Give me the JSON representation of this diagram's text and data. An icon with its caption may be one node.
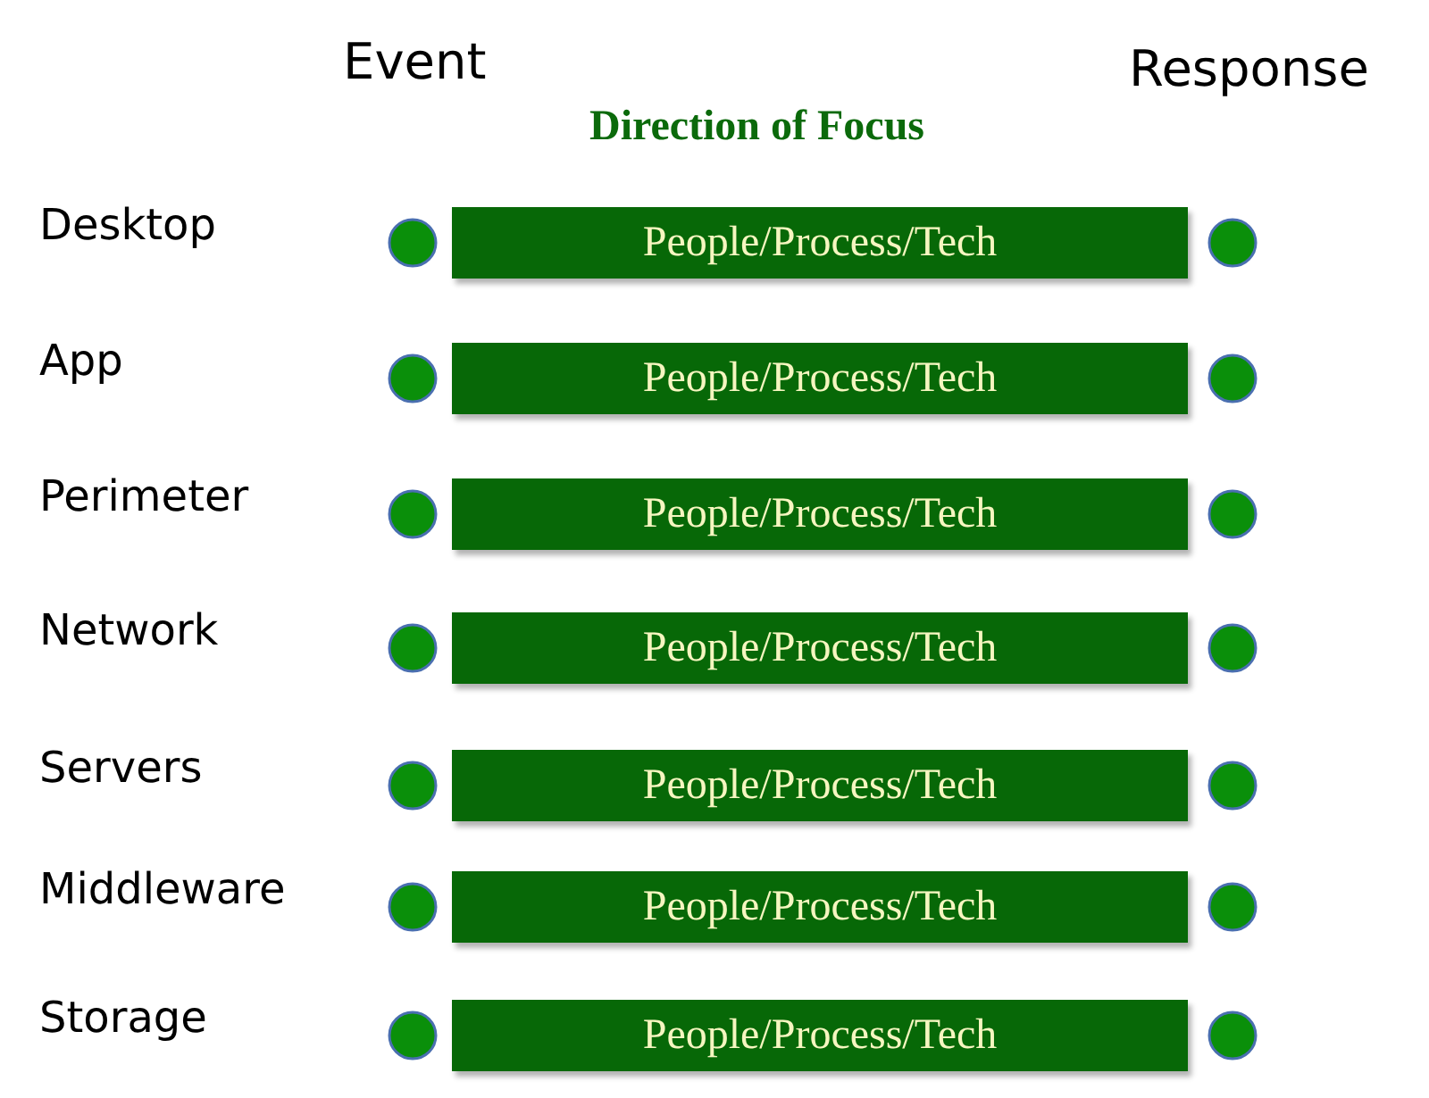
{
  "diagram": {
    "nodes": [
      {
        "text": [],
        "shape": "circle"
      },
      {
        "text": [
          "People/Process/Tech"
        ]
      },
      {
        "text": [],
        "shape": "circle"
      },
      {
        "text": [],
        "shape": "circle"
      },
      {
        "text": [
          "People/Process/Tech"
        ]
      },
      {
        "text": [],
        "shape": "circle"
      },
      {
        "text": [],
        "shape": "circle"
      },
      {
        "text": [
          "People/Process/Tech"
        ]
      },
      {
        "text": [],
        "shape": "circle"
      },
      {
        "text": [],
        "shape": "circle"
      },
      {
        "text": [
          "People/Process/Tech"
        ]
      },
      {
        "text": [],
        "shape": "circle"
      },
      {
        "text": [],
        "shape": "circle"
      },
      {
        "text": [
          "People/Process/Tech"
        ]
      },
      {
        "text": [],
        "shape": "circle"
      },
      {
        "text": [],
        "shape": "circle"
      },
      {
        "text": [
          "People/Process/Tech"
        ]
      },
      {
        "text": [],
        "shape": "circle"
      },
      {
        "text": [],
        "shape": "circle"
      },
      {
        "text": [
          "People/Process/Tech"
        ]
      },
      {
        "text": [],
        "shape": "circle"
      }
    ],
    "labels": [
      "Event",
      "Response",
      "Direction of Focus",
      "Desktop",
      "App",
      "Perimeter",
      "Network",
      "Servers",
      "Middleware",
      "Storage"
    ]
  }
}
